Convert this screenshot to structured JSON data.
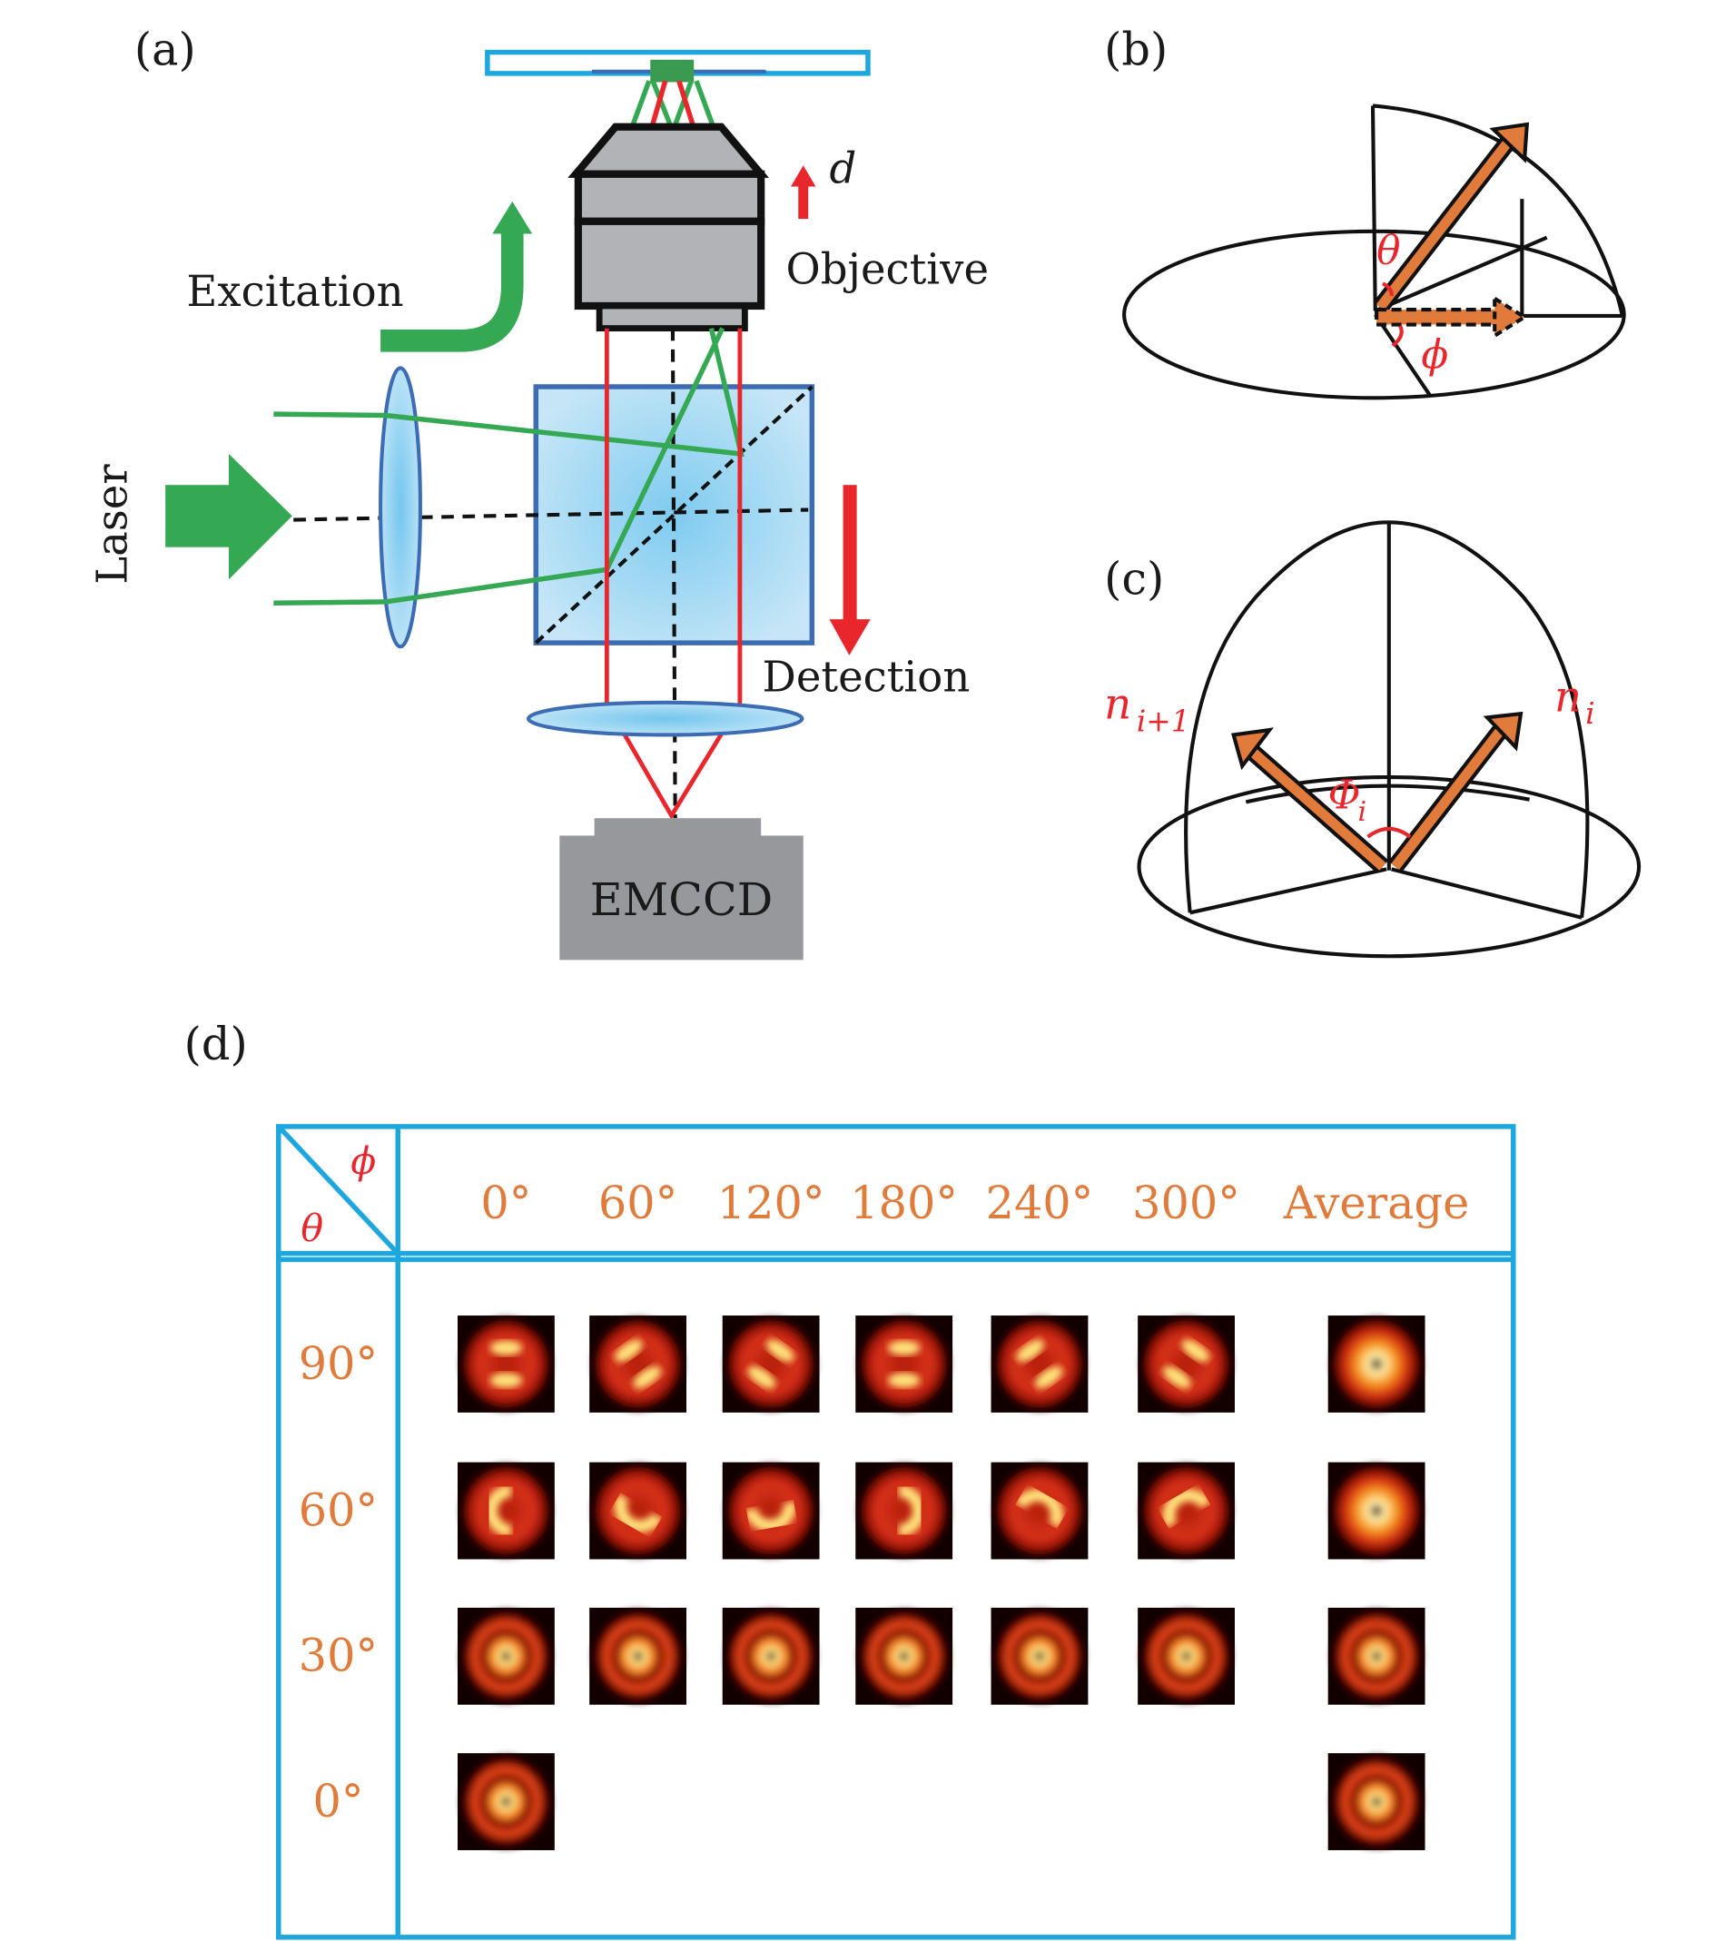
{
  "panels": {
    "a": {
      "label": "(a)",
      "texts": {
        "excitation": "Excitation",
        "objective": "Objective",
        "laser": "Laser",
        "detection": "Detection",
        "camera": "EMCCD",
        "displacement": "d"
      }
    },
    "b": {
      "label": "(b)",
      "theta": "θ",
      "phi": "ϕ"
    },
    "c": {
      "label": "(c)",
      "n_next": "n",
      "n_next_sub": "i+1",
      "n_i": "n",
      "n_i_sub": "i",
      "Phi": "Φ",
      "Phi_sub": "i"
    },
    "d": {
      "label": "(d)",
      "corner_phi": "ϕ",
      "corner_theta": "θ",
      "columns": [
        "0°",
        "60°",
        "120°",
        "180°",
        "240°",
        "300°",
        "Average"
      ],
      "rows": [
        {
          "theta": "90°",
          "pattern": [
            "lobes-h",
            "lobes-d1",
            "lobes-d2",
            "lobes-h",
            "lobes-d1",
            "lobes-d2",
            "donut"
          ]
        },
        {
          "theta": "60°",
          "pattern": [
            "crescent-l",
            "crescent-bl",
            "crescent-b",
            "crescent-r",
            "crescent-t",
            "crescent-tr",
            "donut"
          ]
        },
        {
          "theta": "30°",
          "pattern": [
            "ring",
            "ring",
            "ring",
            "ring",
            "ring",
            "ring",
            "ring"
          ]
        },
        {
          "theta": "0°",
          "pattern": [
            "ring",
            null,
            null,
            null,
            null,
            null,
            "ring"
          ]
        }
      ]
    }
  },
  "colors": {
    "table_border": "#1ea7df",
    "angle_label": "#e07b3c",
    "beam_green": "#35a853",
    "beam_red": "#e8262b",
    "objective_gray": "#b1b3b6",
    "camera_gray": "#97989b",
    "optic_blue": "#3c6cb4",
    "dipole_orange": "#e07b3c"
  }
}
